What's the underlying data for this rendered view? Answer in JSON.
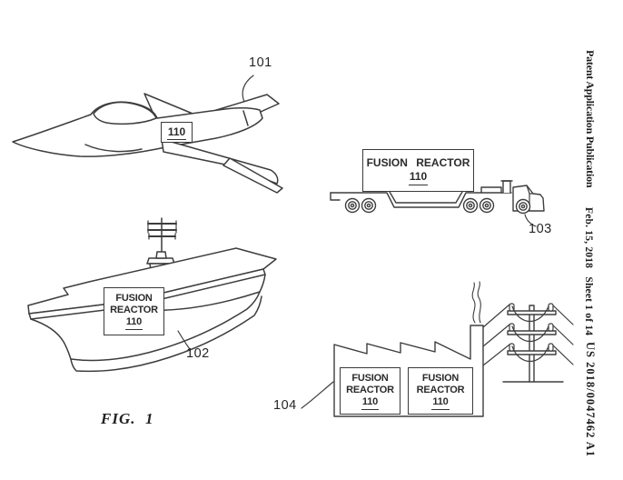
{
  "header": {
    "publication": "Patent Application Publication",
    "date_sheet": "Feb. 15, 2018   Sheet 1 of 14",
    "patent_number": "US 2018/0047462 A1"
  },
  "figure": {
    "label": "FIG.  1"
  },
  "jet": {
    "ref": "101",
    "reactor_num": "110"
  },
  "carrier": {
    "ref": "102",
    "reactor_line1": "FUSION",
    "reactor_line2": "REACTOR",
    "reactor_num": "110"
  },
  "truck": {
    "ref": "103",
    "reactor_title": "FUSION REACTOR",
    "reactor_num": "110"
  },
  "factory": {
    "ref": "104",
    "reactor_left": {
      "line1": "FUSION",
      "line2": "REACTOR",
      "num": "110"
    },
    "reactor_right": {
      "line1": "FUSION",
      "line2": "REACTOR",
      "num": "110"
    }
  }
}
